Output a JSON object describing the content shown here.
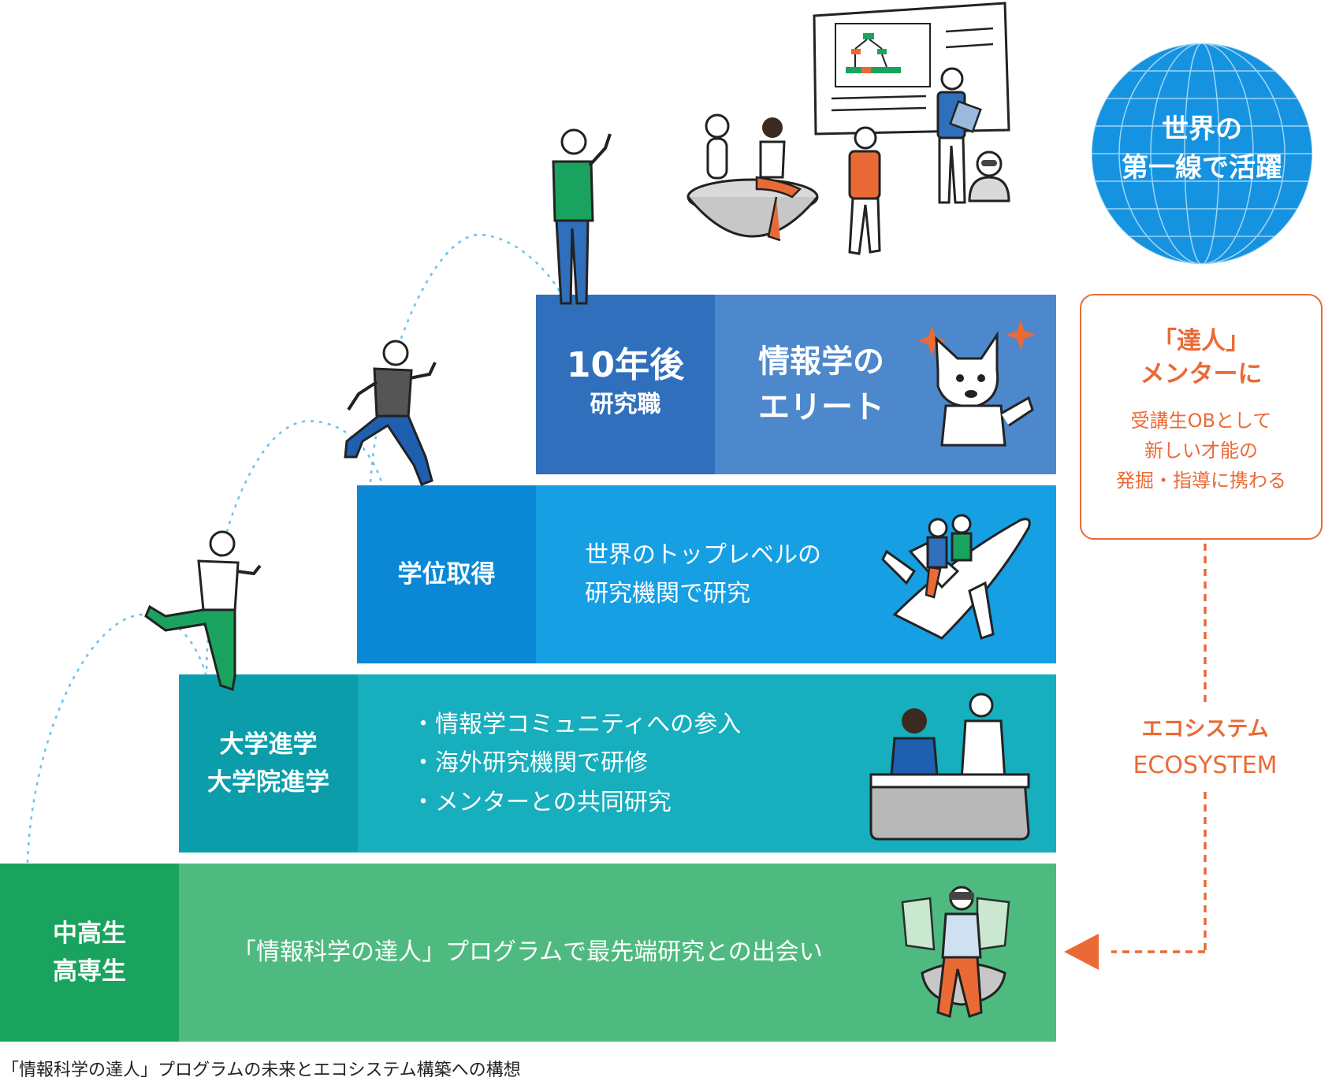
{
  "globe": {
    "line1": "世界の",
    "line2": "第一線で活躍"
  },
  "mentor": {
    "title_line1": "「達人」",
    "title_line2": "メンターに",
    "desc_line1": "受講生OBとして",
    "desc_line2": "新しい才能の",
    "desc_line3": "発掘・指導に携わる"
  },
  "ecosystem": {
    "ja": "エコシステム",
    "en": "ECOSYSTEM"
  },
  "steps": {
    "s4": {
      "label_line1": "10年後",
      "label_line2": "研究職",
      "text_line1": "情報学の",
      "text_line2": "エリート"
    },
    "s3": {
      "label": "学位取得",
      "text_line1": "世界のトップレベルの",
      "text_line2": "研究機関で研究"
    },
    "s2": {
      "label_line1": "大学進学",
      "label_line2": "大学院進学",
      "items": [
        "・情報学コミュニティへの参入",
        "・海外研究機関で研修",
        "・メンターとの共同研究"
      ]
    },
    "s1": {
      "label_line1": "中高生",
      "label_line2": "高専生",
      "text": "「情報科学の達人」プログラムで最先端研究との出会い"
    }
  },
  "caption": "「情報科学の達人」プログラムの未来とエコシステム構築への構想",
  "colors": {
    "s1_label": "#1aa35e",
    "s1_body": "#4fba80",
    "s2_label": "#0b9eaa",
    "s2_body": "#17aebd",
    "s3_label": "#0a88d6",
    "s3_body": "#169fe3",
    "s4_label": "#2f6fbb",
    "s4_body": "#4d88cc",
    "accent": "#ea6a36",
    "globe": "#1693e0"
  }
}
